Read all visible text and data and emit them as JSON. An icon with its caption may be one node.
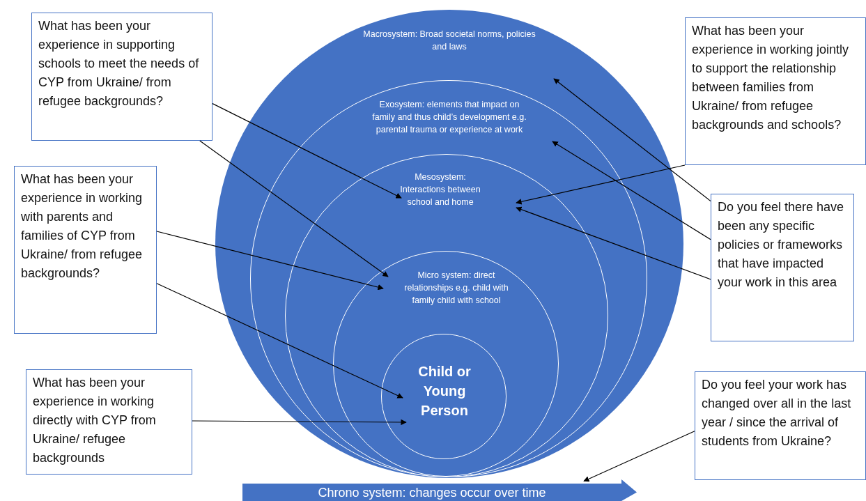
{
  "diagram": {
    "nodes": [
      {
        "text": [
          "Macrosystem: Broad societal norms, policies and laws"
        ]
      },
      {
        "text": [
          "Exosystem: elements that impact on family and thus child’s development e.g. parental trauma or experience at work"
        ],
        "in": 0
      },
      {
        "text": [
          "Mesosystem: Interactions between school and home"
        ],
        "in": 1
      },
      {
        "text": [
          "Micro system: direct relationships e.g. child with family child with school"
        ],
        "in": 2
      },
      {
        "text": [
          "Child or Young Person"
        ],
        "in": 3
      },
      {
        "text": [
          "Chrono system: changes occur over time"
        ]
      },
      {
        "text": [
          "What has been your experience in supporting schools to meet the needs of CYP from Ukraine/ from refugee backgrounds?"
        ]
      },
      {
        "text": [
          "What has been your experience in working jointly to support the relationship between families from Ukraine/ from refugee backgrounds and schools?"
        ]
      },
      {
        "text": [
          "What has been your experience in working with parents and families of CYP from Ukraine/ from refugee backgrounds?"
        ]
      },
      {
        "text": [
          "Do you feel there have been any specific policies or frameworks that have impacted your work in this area"
        ]
      },
      {
        "text": [
          "What has been your experience in working directly with CYP from Ukraine/ refugee backgrounds"
        ]
      },
      {
        "text": [
          "Do you feel your work has changed over all in the last year / since the arrival of students from Ukraine?"
        ]
      }
    ],
    "edges": [
      {
        "from": 6,
        "to": 2,
        "arrow": "to"
      },
      {
        "from": 6,
        "to": 3,
        "arrow": "to"
      },
      {
        "from": 7,
        "to": 2,
        "arrow": "to"
      },
      {
        "from": 8,
        "to": 3,
        "arrow": "to"
      },
      {
        "from": 8,
        "to": 4,
        "arrow": "to"
      },
      {
        "from": 9,
        "to": 0,
        "arrow": "to"
      },
      {
        "from": 9,
        "to": 1,
        "arrow": "to"
      },
      {
        "from": 9,
        "to": 2,
        "arrow": "to"
      },
      {
        "from": 10,
        "to": 4,
        "arrow": "to"
      },
      {
        "from": 11,
        "to": 5,
        "arrow": "to"
      }
    ]
  }
}
